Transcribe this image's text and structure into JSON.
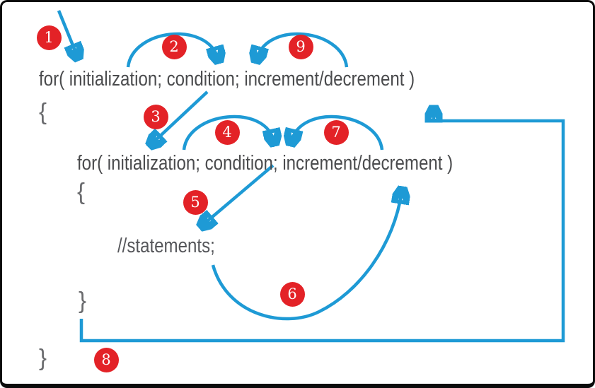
{
  "diagram": {
    "description": "Nested for loop execution order flow diagram",
    "code": {
      "outer_for_line": "for( initialization; condition; increment/decrement )",
      "outer_open_brace": "{",
      "inner_for_line": "for( initialization; condition; increment/decrement )",
      "inner_open_brace": "{",
      "statement_line": "//statements;",
      "inner_close_brace": "}",
      "outer_close_brace": "}"
    },
    "steps": [
      {
        "number": "1"
      },
      {
        "number": "2"
      },
      {
        "number": "3"
      },
      {
        "number": "4"
      },
      {
        "number": "5"
      },
      {
        "number": "6"
      },
      {
        "number": "7"
      },
      {
        "number": "8"
      },
      {
        "number": "9"
      }
    ],
    "colors": {
      "arrow_blue": "#1e9ad5",
      "badge_red": "#e32227",
      "badge_text": "#ffffff",
      "code_text": "#4a4b4d",
      "brace_text": "#6a6b6e",
      "statement_text": "#55565a",
      "border_color": "#0b0b0b",
      "background": "#ffffff"
    }
  }
}
